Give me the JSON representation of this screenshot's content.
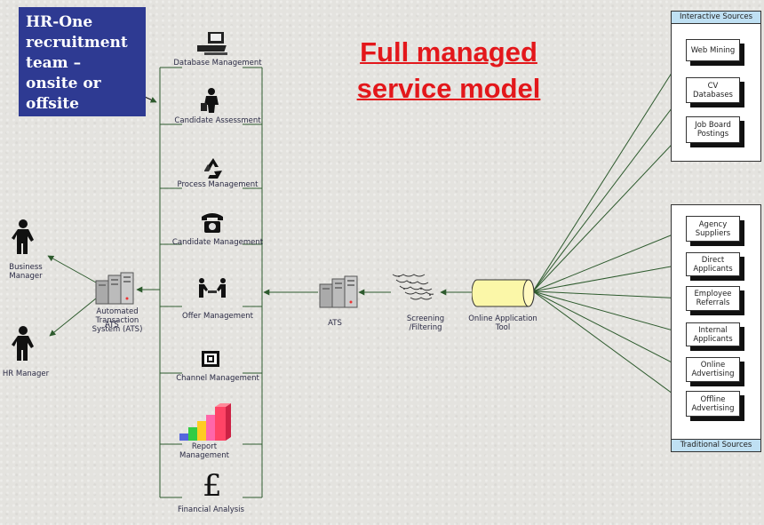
{
  "team_box": {
    "lines": [
      "HR-One",
      "recruitment",
      "team –",
      "onsite or",
      "offsite"
    ],
    "color": "#2e3a92"
  },
  "title": {
    "line1": "Full managed",
    "line2": "service model",
    "color": "#e3171b"
  },
  "services": [
    {
      "label": "Database Management",
      "icon": "computer-icon"
    },
    {
      "label": "Candidate Assessment",
      "icon": "person-icon"
    },
    {
      "label": "Process Management",
      "icon": "recycle-icon"
    },
    {
      "label": "Candidate Management",
      "icon": "telephone-icon"
    },
    {
      "label": "Offer Management",
      "icon": "handshake-icon"
    },
    {
      "label": "Channel Management",
      "icon": "channel-icon"
    },
    {
      "label": "Report Management",
      "icon": "bar-chart-icon"
    },
    {
      "label": "Financial Analysis",
      "icon": "pound-icon"
    }
  ],
  "left_people": {
    "business_manager": "Business Manager",
    "hr_manager": "HR Manager"
  },
  "ats_main": {
    "label": "Automated Transaction System (ATS)",
    "overlay": "ATS"
  },
  "ats_mid": {
    "label": "ATS"
  },
  "screening": {
    "label": "Screening /Filtering"
  },
  "online_tool": {
    "label": "Online Application Tool"
  },
  "interactive_sources": {
    "title": "Interactive Sources",
    "items": [
      "Web Mining",
      "CV Databases",
      "Job Board Postings"
    ]
  },
  "traditional_sources": {
    "title": "Traditional Sources",
    "items": [
      "Agency Suppliers",
      "Direct Applicants",
      "Employee Referrals",
      "Internal Applicants",
      "Online Advertising",
      "Offline Advertising"
    ]
  },
  "colors": {
    "connector": "#2d5a2d",
    "panel_header": "#bfe0f3"
  }
}
